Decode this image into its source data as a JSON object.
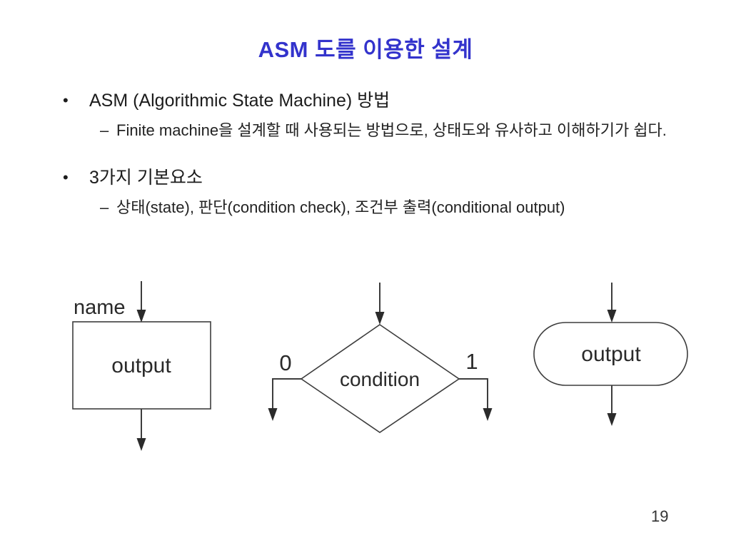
{
  "slide": {
    "title": "ASM 도를 이용한 설계",
    "page_number": "19"
  },
  "colors": {
    "title_blue": "#3333cc",
    "body_text": "#1c1c1c",
    "diagram_stroke": "#3d3d3d"
  },
  "bullets": {
    "item1": {
      "marker": "•",
      "label": "ASM (Algorithmic State Machine) 방법"
    },
    "sub1": {
      "marker": "–",
      "label": "Finite machine을 설계할 때 사용되는 방법으로, 상태도와 유사하고 이해하기가 쉽다."
    },
    "item2": {
      "marker": "•",
      "label": "3가지 기본요소"
    },
    "sub2": {
      "marker": "–",
      "label": "상태(state), 판단(condition check), 조건부 출력(conditional output)"
    }
  },
  "diagram": {
    "state_box": {
      "name": "name",
      "output": "output"
    },
    "decision": {
      "label": "condition",
      "false_branch": "0",
      "true_branch": "1"
    },
    "conditional_output_box": {
      "label": "output"
    }
  }
}
